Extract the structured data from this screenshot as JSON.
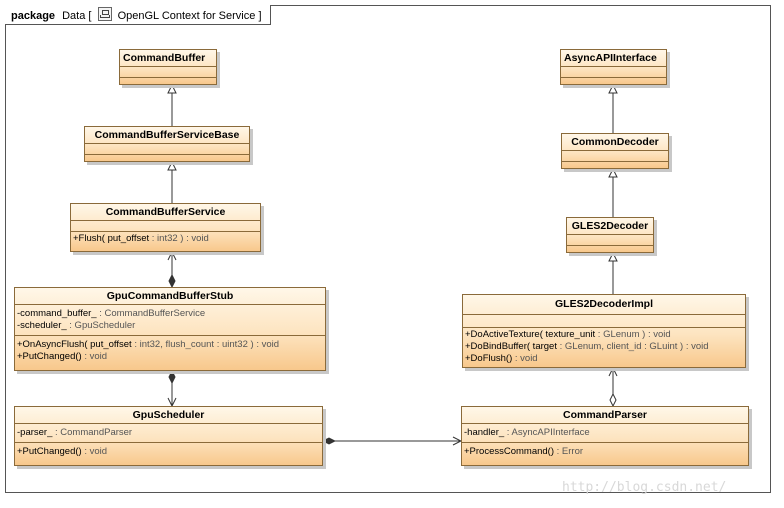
{
  "frame": {
    "keyword": "package",
    "name": "Data",
    "bracket_open": "[",
    "diagram_title": "OpenGL Context for Service",
    "bracket_close": "]",
    "icon": "package-diagram-icon"
  },
  "classes": {
    "command_buffer": {
      "name": "CommandBuffer"
    },
    "command_buffer_service_base": {
      "name": "CommandBufferServiceBase"
    },
    "command_buffer_service": {
      "name": "CommandBufferService",
      "op1": {
        "sig": "+Flush( put_offset",
        "type": " : int32 ) : void"
      }
    },
    "gpu_command_buffer_stub": {
      "name": "GpuCommandBufferStub",
      "attr1": {
        "sig": "-command_buffer_",
        "type": " : CommandBufferService"
      },
      "attr2": {
        "sig": "-scheduler_",
        "type": " : GpuScheduler"
      },
      "op1": {
        "sig": "+OnAsyncFlush( put_offset",
        "type": " : int32, flush_count : uint32 ) : void"
      },
      "op2": {
        "sig": "+PutChanged()",
        "type": " : void"
      }
    },
    "gpu_scheduler": {
      "name": "GpuScheduler",
      "attr1": {
        "sig": "-parser_",
        "type": " : CommandParser"
      },
      "op1": {
        "sig": "+PutChanged()",
        "type": " : void"
      }
    },
    "async_api_interface": {
      "name": "AsyncAPIInterface"
    },
    "common_decoder": {
      "name": "CommonDecoder"
    },
    "gles2_decoder": {
      "name": "GLES2Decoder"
    },
    "gles2_decoder_impl": {
      "name": "GLES2DecoderImpl",
      "op1": {
        "sig": "+DoActiveTexture( texture_unit",
        "type": " : GLenum ) : void"
      },
      "op2": {
        "sig": "+DoBindBuffer( target",
        "type": " : GLenum, client_id : GLuint ) : void"
      },
      "op3": {
        "sig": "+DoFlush()",
        "type": " : void"
      }
    },
    "command_parser": {
      "name": "CommandParser",
      "attr1": {
        "sig": "-handler_",
        "type": " : AsyncAPIInterface"
      },
      "op1": {
        "sig": "+ProcessCommand()",
        "type": " : Error"
      }
    }
  },
  "relations": [
    {
      "from": "CommandBufferServiceBase",
      "to": "CommandBuffer",
      "kind": "generalization"
    },
    {
      "from": "CommandBufferService",
      "to": "CommandBufferServiceBase",
      "kind": "generalization"
    },
    {
      "from": "GpuCommandBufferStub",
      "to": "CommandBufferService",
      "kind": "composition"
    },
    {
      "from": "GpuCommandBufferStub",
      "to": "GpuScheduler",
      "kind": "composition"
    },
    {
      "from": "GpuScheduler",
      "to": "CommandParser",
      "kind": "composition"
    },
    {
      "from": "CommonDecoder",
      "to": "AsyncAPIInterface",
      "kind": "generalization"
    },
    {
      "from": "GLES2Decoder",
      "to": "CommonDecoder",
      "kind": "generalization"
    },
    {
      "from": "GLES2DecoderImpl",
      "to": "GLES2Decoder",
      "kind": "generalization"
    },
    {
      "from": "CommandParser",
      "to": "GLES2DecoderImpl",
      "kind": "aggregation"
    }
  ],
  "watermark": "http://blog.csdn.net/"
}
